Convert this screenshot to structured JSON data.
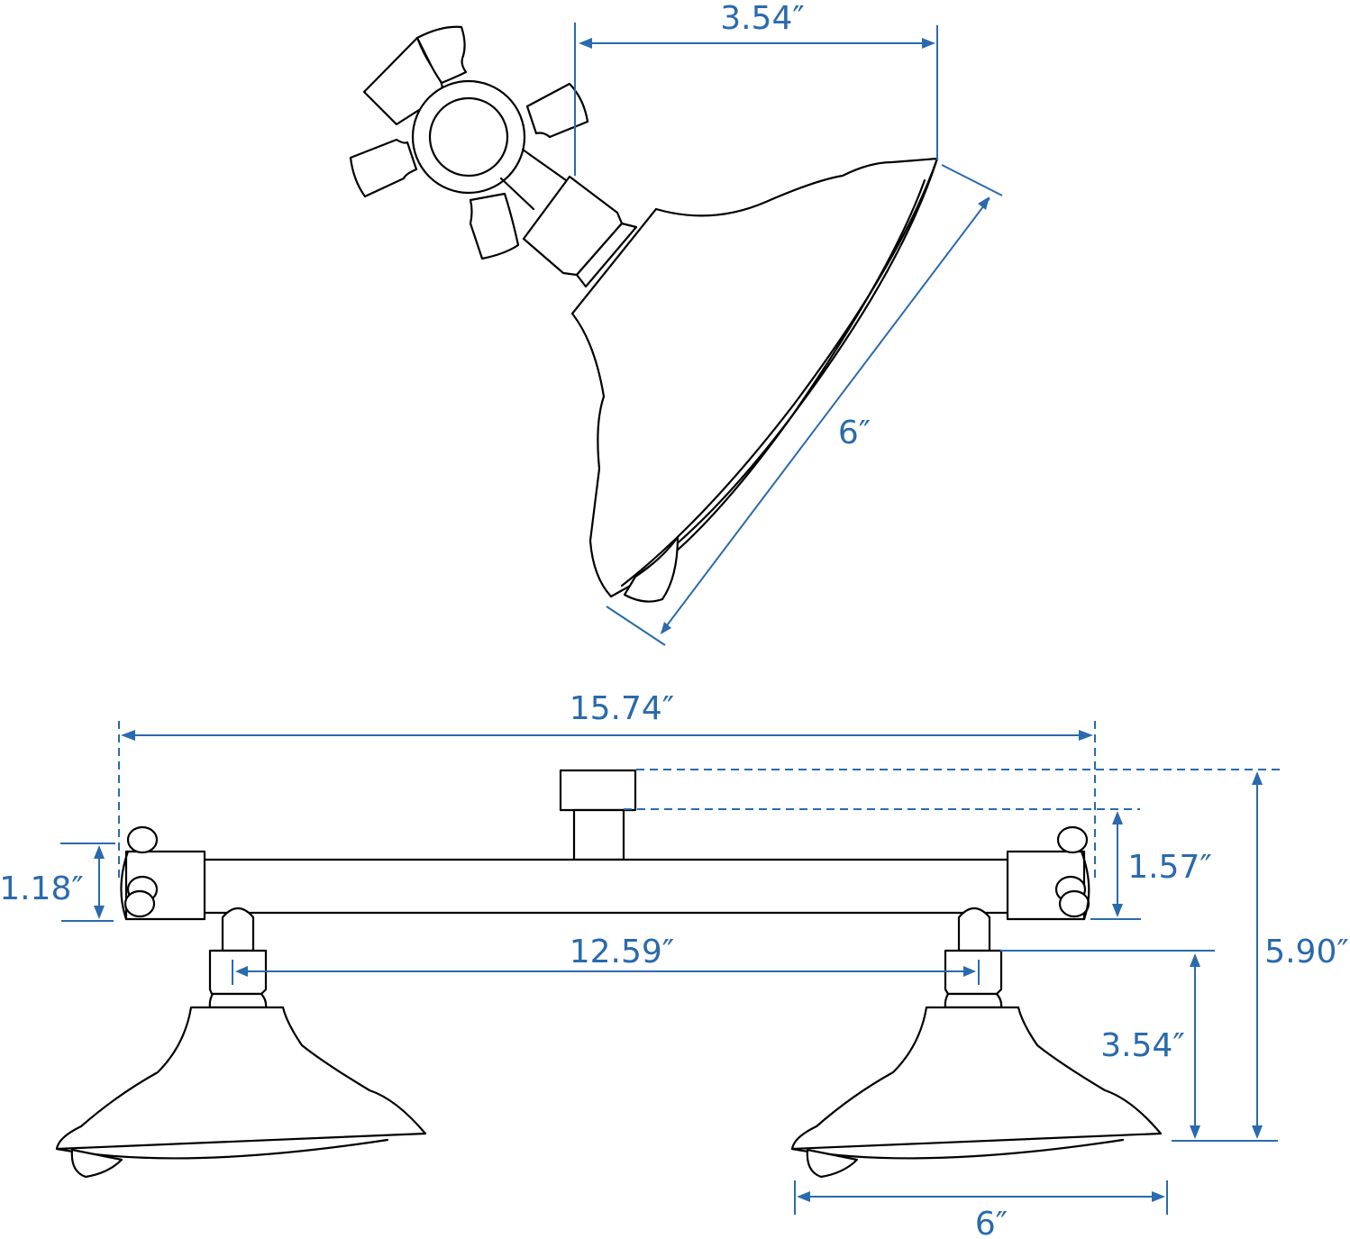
{
  "diagram": {
    "subject": "dual shower head with extension arm",
    "accent_color": "#2a6aad",
    "line_color": "#000000",
    "views": {
      "side_view": {
        "dimensions": {
          "projection": "3.54″",
          "face_diameter": "6″"
        }
      },
      "front_view": {
        "dimensions": {
          "overall_width": "15.74″",
          "head_spacing": "12.59″",
          "arm_height": "1.18″",
          "connector_height": "1.57″",
          "overall_height": "5.90″",
          "head_height": "3.54″",
          "head_width": "6″"
        }
      }
    }
  }
}
